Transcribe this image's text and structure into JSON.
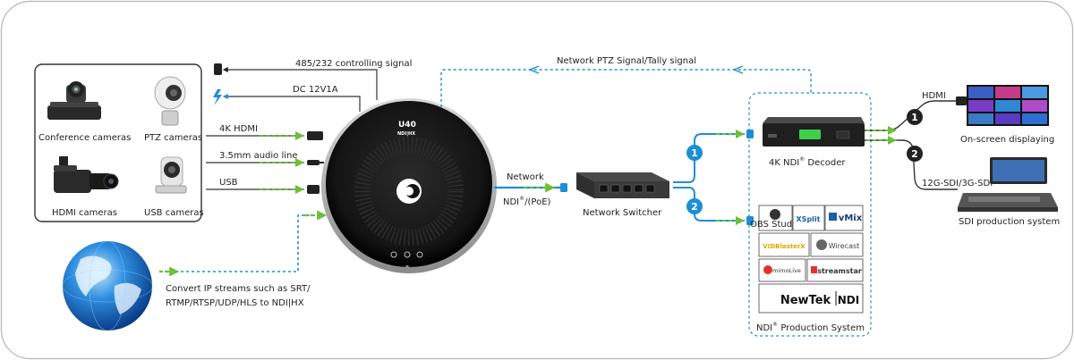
{
  "colors": {
    "accent_blue": "#1b8fd6",
    "arrow_green": "#6dbf3a",
    "device_black": "#1e1e1e",
    "frame": "#999999"
  },
  "cameras": {
    "conference": "Conference cameras",
    "ptz": "PTZ cameras",
    "hdmi": "HDMI cameras",
    "usb": "USB cameras"
  },
  "signals": {
    "controlling": "485/232 controlling signal",
    "power": "DC 12V1A",
    "hdmi": "4K HDMI",
    "audio": "3.5mm audio line",
    "usb": "USB",
    "network_ptz": "Network PTZ Signal/Tally signal"
  },
  "device": {
    "brand_mark": "U40",
    "brand_sub": "NDI|HX"
  },
  "network": {
    "label": "Network",
    "ndi": "NDI",
    "poe": "/(PoE)",
    "reg": "®"
  },
  "switcher": {
    "label": "Network Switcher"
  },
  "decoder": {
    "label": "4K NDI",
    "suffix": " Decoder",
    "reg": "®"
  },
  "ndi_system": {
    "label": "NDI",
    "suffix": " Production System",
    "reg": "®",
    "logos": {
      "obs": "OBS Studio",
      "xsplit": "XSplit",
      "vmix": "vMix",
      "vidblaster": "VIDBlasterX",
      "wirecast": "Wirecast",
      "mimo": "mimoLive",
      "streamstar": "streamstar",
      "newtek": "NewTek",
      "ndi": "NDI"
    }
  },
  "outputs": {
    "hdmi": "HDMI",
    "onscreen": "On-screen displaying",
    "sdi": "12G-SDI/3G-SDI",
    "sdi_system": "SDI production system"
  },
  "badges": {
    "one": "1",
    "two": "2"
  },
  "ip_streams": {
    "line1": "Convert IP streams such as SRT/",
    "line2": "RTMP/RTSP/UDP/HLS to NDI|HX"
  }
}
